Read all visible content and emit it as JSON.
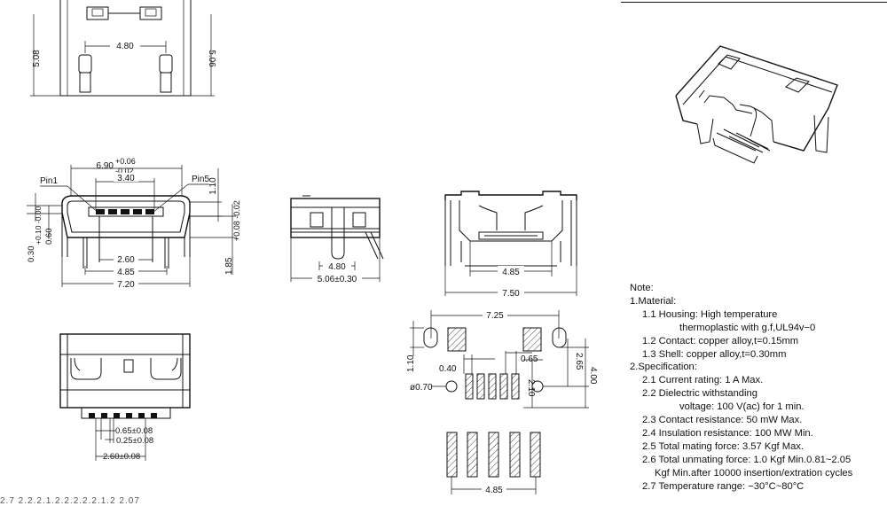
{
  "dims": {
    "d508": "5.08",
    "d506": "5.06",
    "d480_top": "4.80",
    "pin1": "Pin1",
    "pin5": "Pin5",
    "d690": "6.90",
    "d690_tol_up": "+0.06",
    "d690_tol_dn": "-0.02",
    "d340": "3.40",
    "d110_side": "1.10",
    "d030": "0.30",
    "d030_tol": "+0.10 -0.00",
    "d060": "0.60",
    "d260": "2.60",
    "d485_front": "4.85",
    "d720": "7.20",
    "d185": "1.85",
    "d185_tol": "+0.08 -0.02",
    "d480_side": "4.80",
    "d506_side": "5.06±0.30",
    "d485_rear": "4.85",
    "d750": "7.50",
    "d725": "7.25",
    "d110_pad": "1.10",
    "d040": "0.40",
    "d065": "0.65",
    "d265": "2.65",
    "d400": "4.00",
    "d070": "ø0.70",
    "d210": "2.10",
    "d485_pad": "4.85",
    "d065b": "0.65±0.08",
    "d025": "0.25±0.08",
    "d260b": "2.60±0.08"
  },
  "notes": {
    "title": "Note:",
    "material": "1.Material:",
    "m1": "1.1  Housing: High temperature",
    "m1b": "thermoplastic with g.f,UL94v−0",
    "m2": "1.2  Contact: copper alloy,t=0.15mm",
    "m3": "1.3  Shell: copper alloy,t=0.30mm",
    "spec": "2.Specification:",
    "s1": "2.1  Current rating: 1 A Max.",
    "s2": "2.2  Dielectric withstanding",
    "s2b": "voltage: 100 V(ac) for 1 min.",
    "s3": "2.3  Contact resistance: 50 mW Max.",
    "s4": "2.4  Insulation resistance: 100 MW Min.",
    "s5": "2.5  Total mating force: 3.57 Kgf Max.",
    "s6": "2.6  Total unmating force: 1.0 Kgf Min.0.81~2.05",
    "s6b": "Kgf Min.after 10000 insertion/extration cycles",
    "s7": "2.7  Temperature range: −30°C~80°C"
  },
  "footer_partial": "2.7 2.2.2.1.2.2.2.2.2.1.2 2.07"
}
